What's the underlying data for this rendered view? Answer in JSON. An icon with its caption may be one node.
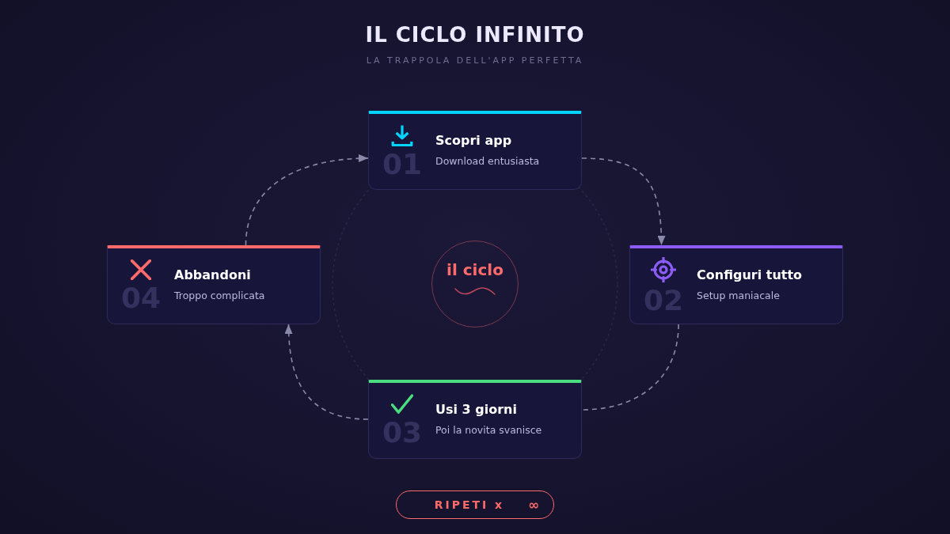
{
  "diagram": {
    "title": "IL CICLO INFINITO",
    "nodes": [
      {
        "text": [
          "01",
          "Scopri app",
          "Download entusiasta"
        ]
      },
      {
        "text": [
          "02",
          "Configuri tutto",
          "Setup maniacale"
        ]
      },
      {
        "text": [
          "03",
          "Usi 3 giorni",
          "Poi la novita svanisce"
        ]
      },
      {
        "text": [
          "04",
          "Abbandoni",
          "Troppo complicata"
        ]
      },
      {
        "text": [
          "il ciclo"
        ]
      },
      {
        "text": [
          "RIPETI x",
          "∞"
        ]
      }
    ],
    "edges": [
      {
        "from": 0,
        "to": 1,
        "arrow": "to",
        "style": "dashed"
      },
      {
        "from": 1,
        "to": 2,
        "arrow": "none",
        "style": "dashed"
      },
      {
        "from": 2,
        "to": 3,
        "arrow": "to",
        "style": "dashed"
      },
      {
        "from": 3,
        "to": 0,
        "arrow": "to",
        "style": "dashed"
      }
    ],
    "labels": [
      "LA TRAPPOLA DELL'APP PERFETTA"
    ]
  }
}
